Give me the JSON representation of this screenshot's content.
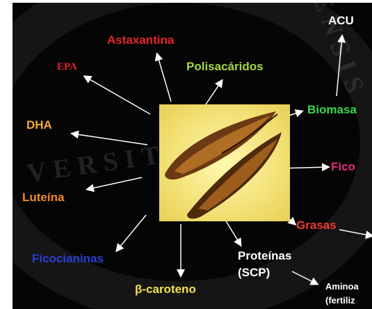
{
  "slide": {
    "watermark_lines": [
      "VERSITAS",
      "ENSIS"
    ],
    "labels": {
      "astaxantina": {
        "text": "Astaxantina",
        "color": "#e8232a"
      },
      "epa": {
        "text": "EPA",
        "color": "#e8232a"
      },
      "polisacaridos": {
        "text": "Polisacáridos",
        "color": "#a7d646"
      },
      "acu": {
        "text": "ACU",
        "color": "#ffffff"
      },
      "dha": {
        "text": "DHA",
        "color": "#f5a93a"
      },
      "biomasa": {
        "text": "Biomasa",
        "color": "#38d64b"
      },
      "fico": {
        "text": "Fico",
        "color": "#e6287a"
      },
      "luteina": {
        "text": "Luteína",
        "color": "#f08a2a"
      },
      "grasas": {
        "text": "Grasas",
        "color": "#ee3b32"
      },
      "ficocianinas": {
        "text": "Ficocianinas",
        "color": "#2a3fd8"
      },
      "proteinas": {
        "text": "Proteínas",
        "color": "#ffffff"
      },
      "scp": {
        "text": "(SCP)",
        "color": "#ffffff"
      },
      "caroteno": {
        "text": "β-caroteno",
        "color": "#f1e24a"
      },
      "amino": {
        "text": "Aminoa",
        "color": "#ffffff"
      },
      "fertiliz": {
        "text": "(fertiliz",
        "color": "#ffffff"
      }
    },
    "image": {
      "subject": "microalgae-cells-micrograph"
    }
  }
}
